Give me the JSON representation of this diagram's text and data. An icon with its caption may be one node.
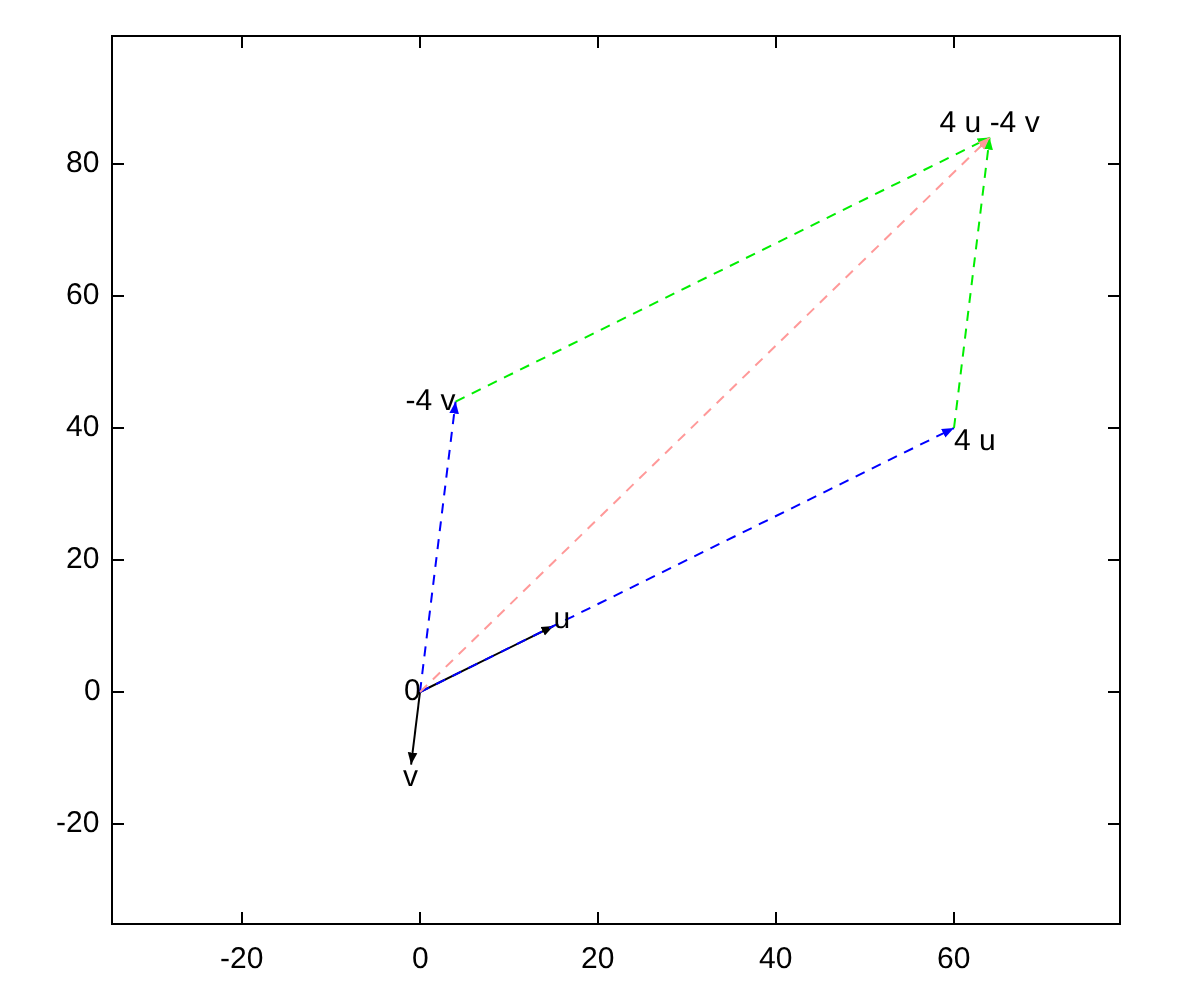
{
  "diagram": {
    "nodes": [
      {
        "text": [
          "0"
        ]
      },
      {
        "text": [
          "u"
        ]
      },
      {
        "text": [
          "v"
        ]
      },
      {
        "text": [
          "4 u"
        ]
      },
      {
        "text": [
          "-4 v"
        ]
      },
      {
        "text": [
          "4 u -4 v"
        ]
      }
    ],
    "edges": [
      {
        "from": 0,
        "to": 1,
        "arrow": "to"
      },
      {
        "from": 0,
        "to": 2,
        "arrow": "to"
      },
      {
        "from": 0,
        "to": 3,
        "arrow": "to",
        "style": "dashed",
        "color": "#0000ff"
      },
      {
        "from": 0,
        "to": 4,
        "arrow": "to",
        "style": "dashed",
        "color": "#0000ff"
      },
      {
        "from": 4,
        "to": 5,
        "arrow": "to",
        "style": "dashed",
        "color": "#00ee00"
      },
      {
        "from": 3,
        "to": 5,
        "arrow": "to",
        "style": "dashed",
        "color": "#00ee00"
      },
      {
        "from": 0,
        "to": 5,
        "arrow": "to",
        "style": "dashed",
        "color": "#ff9999"
      }
    ],
    "labels": [
      "80",
      "60",
      "40",
      "20",
      "0",
      "-20",
      "-20",
      "0",
      "20",
      "40",
      "60"
    ]
  }
}
